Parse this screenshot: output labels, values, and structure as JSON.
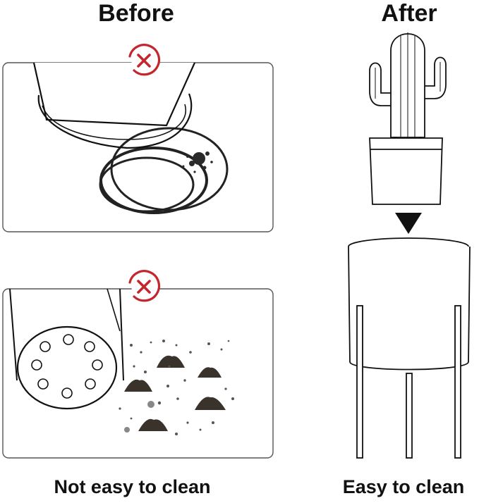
{
  "before_label": "Before",
  "after_label": "After",
  "caption_left": "Not easy to clean",
  "caption_right": "Easy to clean",
  "colors": {
    "cross": "#c4262e",
    "ink": "#111111",
    "soil": "#3a332c",
    "frame": "#555555"
  },
  "icons": [
    "cross-circle-icon",
    "down-arrow-icon",
    "cactus-icon"
  ]
}
